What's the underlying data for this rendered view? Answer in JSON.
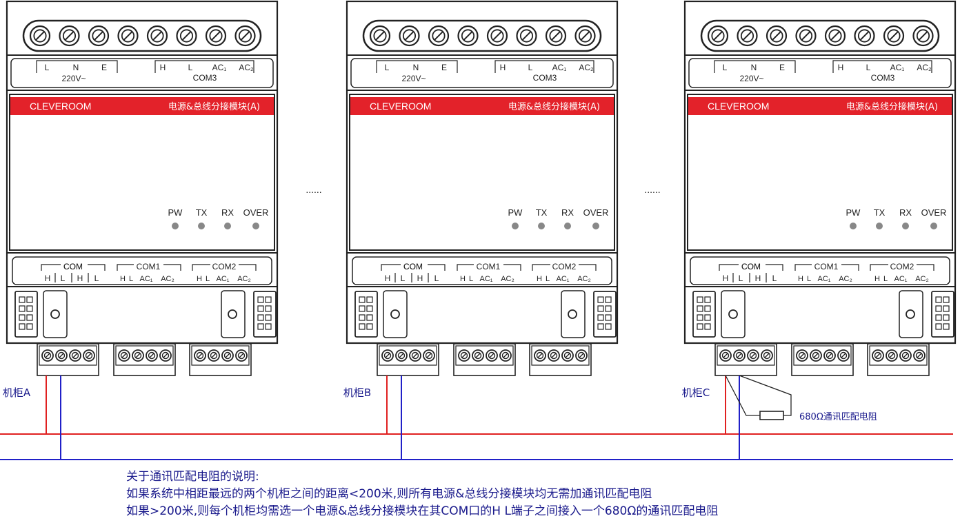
{
  "module": {
    "brand": "CLEVEROOM",
    "model_label": "电源&总线分接模块(A)",
    "top_terms": {
      "power": [
        "L",
        "N",
        "E"
      ],
      "power_label": "220V~",
      "com3_pins": [
        "H",
        "L",
        "AC₁",
        "AC₂"
      ],
      "com3_label": "COM3"
    },
    "leds": [
      "PW",
      "TX",
      "RX",
      "OVER"
    ],
    "bottom_terms": {
      "com_label": "COM",
      "com_pins": [
        "H",
        "L",
        "H",
        "L"
      ],
      "com1_label": "COM1",
      "com1_pins": [
        "H",
        "L",
        "AC₁",
        "AC₂"
      ],
      "com2_label": "COM2",
      "com2_pins": [
        "H",
        "L",
        "AC₁",
        "AC₂"
      ]
    }
  },
  "cabinets": [
    {
      "label": "机柜A",
      "has_resistor": false
    },
    {
      "label": "机柜B",
      "has_resistor": false
    },
    {
      "label": "机柜C",
      "has_resistor": true
    }
  ],
  "ellipsis": "......",
  "resistor_label": "680Ω通讯匹配电阻",
  "colors": {
    "red_wire": "#e02020",
    "blue_wire": "#2020c8",
    "brand_red": "#e3222a",
    "note_text": "#1a1a8c"
  },
  "notes": {
    "title": "关于通讯匹配电阻的说明:",
    "line1": "如果系统中相距最远的两个机柜之间的距离<200米,则所有电源&总线分接模块均无需加通讯匹配电阻",
    "line2": "如果>200米,则每个机柜均需选一个电源&总线分接模块在其COM口的H L端子之间接入一个680Ω的通讯匹配电阻"
  }
}
